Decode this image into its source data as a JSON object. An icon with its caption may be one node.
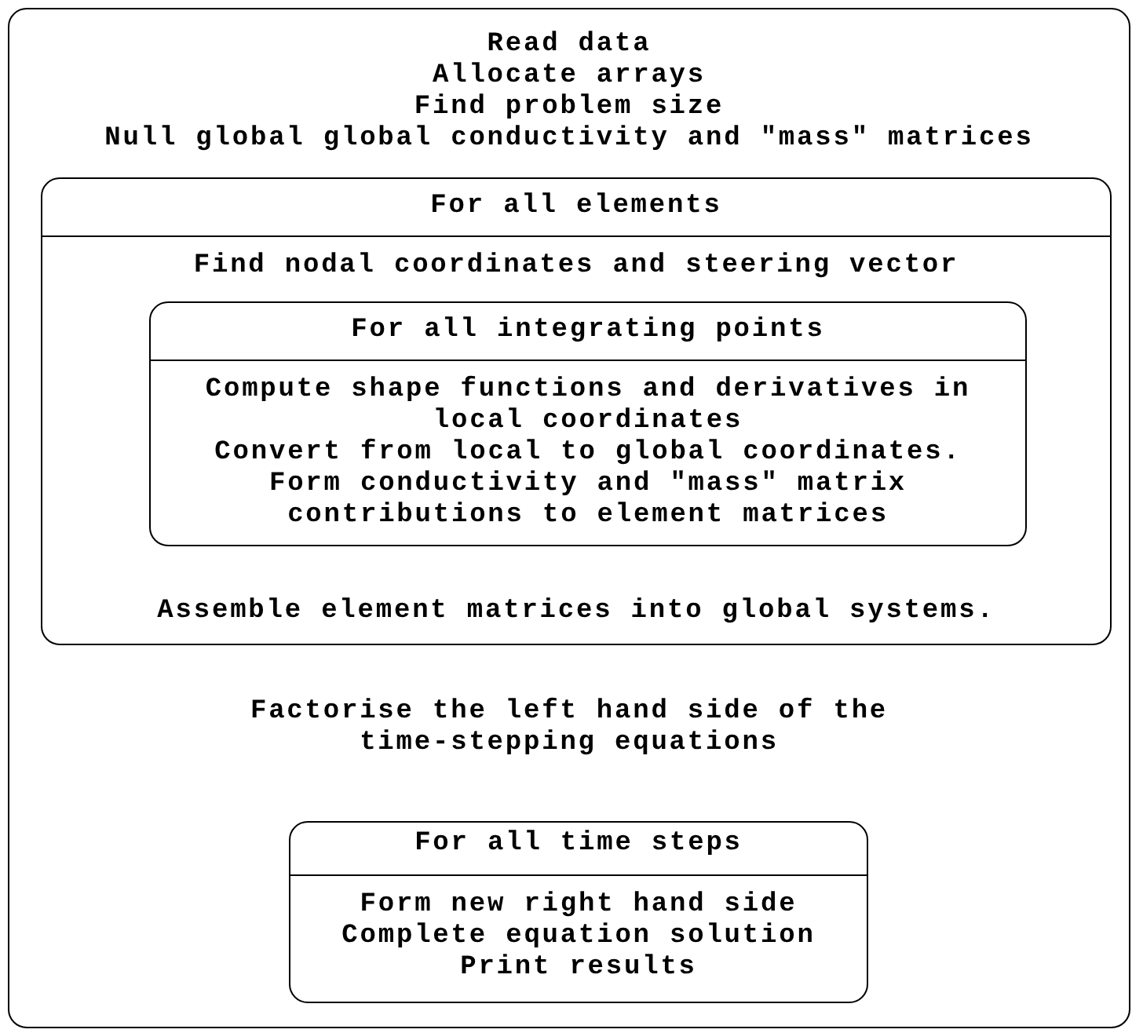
{
  "diagram": {
    "nodes": [
      {
        "text": [
          "Read data",
          "Allocate arrays",
          "Find problem size",
          "Null global global conductivity and \"mass\" matrices",
          "Factorise the left hand side of the time-stepping equations"
        ]
      },
      {
        "text": [
          "For all elements",
          "Find nodal coordinates and steering vector",
          "Assemble element matrices into global systems."
        ],
        "in": 0
      },
      {
        "text": [
          "For all integrating points",
          "Compute shape functions and derivatives in local coordinates",
          "Convert from local to global coordinates.",
          "Form conductivity and \"mass\" matrix contributions to element matrices"
        ],
        "in": 1
      },
      {
        "text": [
          "For all time steps",
          "Form new right hand side",
          "Complete equation solution",
          "Print results"
        ],
        "in": 0
      }
    ]
  }
}
